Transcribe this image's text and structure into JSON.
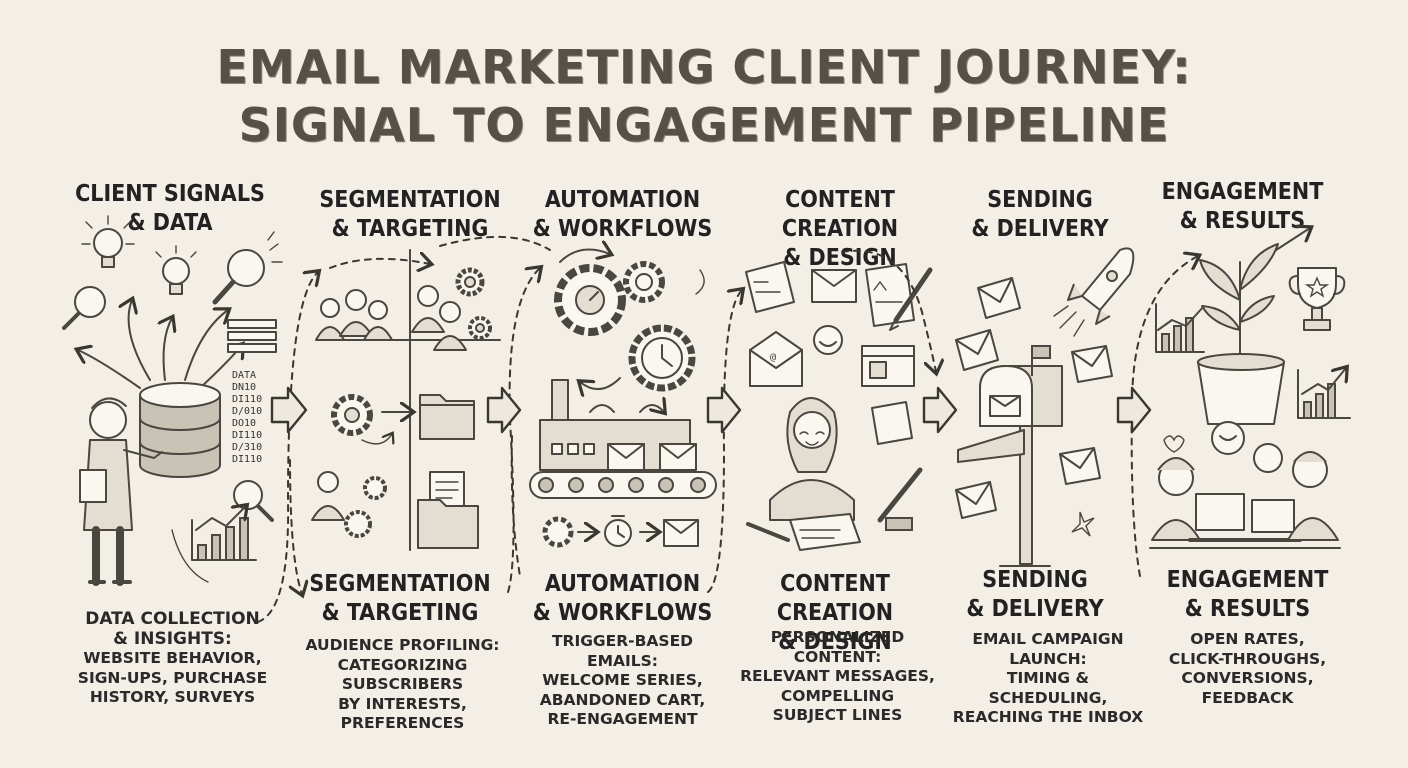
{
  "title": {
    "line1": "EMAIL MARKETING CLIENT JOURNEY:",
    "line2": "SIGNAL TO ENGAGEMENT PIPELINE"
  },
  "stages": [
    {
      "head": [
        "CLIENT SIGNALS",
        "& DATA"
      ],
      "sub": [],
      "desc": [
        "DATA COLLECTION",
        "& INSIGHTS:",
        "WEBSITE BEHAVIOR,",
        "SIGN-UPS, PURCHASE",
        "HISTORY, SURVEYS"
      ]
    },
    {
      "head": [
        "SEGMENTATION",
        "& TARGETING"
      ],
      "sub": [
        "SEGMENTATION",
        "& TARGETING"
      ],
      "desc": [
        "AUDIENCE PROFILING:",
        "CATEGORIZING SUBSCRIBERS",
        "BY INTERESTS,",
        "PREFERENCES"
      ]
    },
    {
      "head": [
        "AUTOMATION",
        "& WORKFLOWS"
      ],
      "sub": [
        "AUTOMATION",
        "& WORKFLOWS"
      ],
      "desc": [
        "TRIGGER-BASED EMAILS:",
        "WELCOME SERIES,",
        "ABANDONED CART,",
        "RE-ENGAGEMENT"
      ]
    },
    {
      "head": [
        "CONTENT CREATION",
        "& DESIGN"
      ],
      "sub": [
        "CONTENT CREATION",
        "& DESIGN"
      ],
      "desc": [
        "PERSONALIZED",
        "CONTENT:",
        "RELEVANT MESSAGES,",
        "COMPELLING",
        "SUBJECT LINES"
      ]
    },
    {
      "head": [
        "SENDING",
        "& DELIVERY"
      ],
      "sub": [
        "SENDING",
        "& DELIVERY"
      ],
      "desc": [
        "EMAIL CAMPAIGN",
        "LAUNCH:",
        "TIMING & SCHEDULING,",
        "REACHING THE INBOX"
      ]
    },
    {
      "head": [
        "ENGAGEMENT",
        "& RESULTS"
      ],
      "sub": [
        "ENGAGEMENT",
        "& RESULTS"
      ],
      "desc": [
        "OPEN RATES,",
        "CLICK-THROUGHS,",
        "CONVERSIONS,",
        "FEEDBACK"
      ]
    }
  ],
  "database_labels": [
    "DATA",
    "DN10",
    "DI110",
    "D/010",
    "DO10",
    "DI110",
    "D/310",
    "DI110"
  ],
  "icons": [
    "lightbulb-icon",
    "magnifier-icon",
    "database-icon",
    "people-icon",
    "gear-icon",
    "folder-icon",
    "clock-icon",
    "factory-icon",
    "conveyor-icon",
    "envelope-icon",
    "pencil-icon",
    "rocket-icon",
    "mailbox-icon",
    "plant-icon",
    "trophy-icon",
    "bar-chart-icon",
    "laptop-icon"
  ],
  "colors": {
    "paper": "#f3efe6",
    "ink": "#4a4640"
  }
}
